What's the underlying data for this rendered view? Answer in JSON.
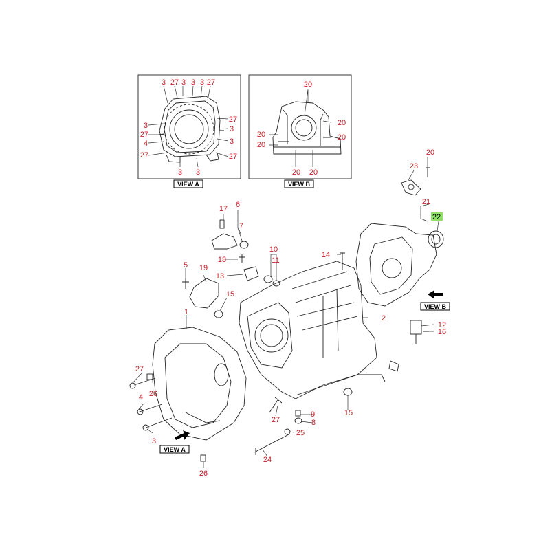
{
  "view_a": {
    "caption": "VIEW A",
    "labels": [
      "3",
      "27",
      "3",
      "3",
      "3",
      "27",
      "27",
      "3",
      "3",
      "27",
      "3",
      "4",
      "3",
      "27",
      "27",
      "3",
      "3"
    ]
  },
  "view_b": {
    "caption": "VIEW B",
    "labels": [
      "20",
      "20",
      "20",
      "20",
      "20",
      "20",
      "20",
      "20"
    ]
  },
  "main": {
    "labels": [
      "20",
      "23",
      "21",
      "22",
      "17",
      "6",
      "7",
      "10",
      "11",
      "14",
      "18",
      "13",
      "5",
      "19",
      "15",
      "1",
      "2",
      "12",
      "16",
      "27",
      "26",
      "4",
      "3",
      "9",
      "8",
      "27",
      "15",
      "25",
      "24",
      "26"
    ],
    "view_a_caption": "VIEW A",
    "view_b_caption": "VIEW B",
    "highlighted_part": "22"
  },
  "colors": {
    "label": "#c8202a",
    "highlight": "#8ee068",
    "line": "#222222"
  }
}
